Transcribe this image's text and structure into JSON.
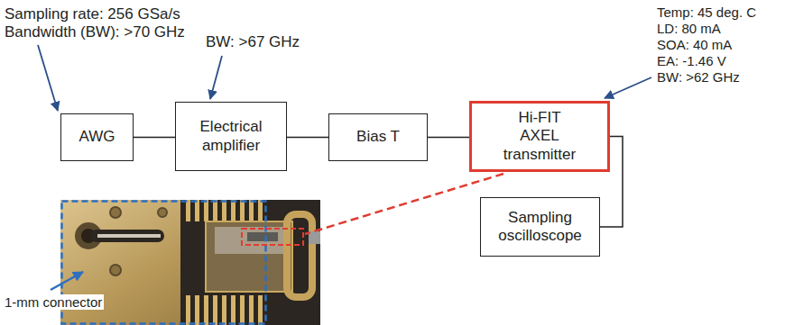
{
  "diagram": {
    "nodes": [
      {
        "text": [
          "AWG"
        ]
      },
      {
        "text": [
          "Electrical amplifier"
        ]
      },
      {
        "text": [
          "Bias T"
        ]
      },
      {
        "text": [
          "Hi-FIT AXEL transmitter"
        ]
      },
      {
        "text": [
          "Sampling oscilloscope"
        ]
      }
    ],
    "edges": [
      {
        "from": 0,
        "to": 1,
        "arrow": "none"
      },
      {
        "from": 1,
        "to": 2,
        "arrow": "none"
      },
      {
        "from": 2,
        "to": 3,
        "arrow": "none"
      },
      {
        "from": 3,
        "to": 4,
        "arrow": "none"
      }
    ],
    "labels": [
      "Sampling rate: 256 GSa/s",
      "Bandwidth (BW): >70 GHz",
      "BW: >67 GHz",
      "Temp: 45 deg. C",
      "LD: 80 mA",
      "SOA: 40 mA",
      "EA: -1.46 V",
      "BW: >62 GHz",
      "1-mm connector"
    ]
  }
}
